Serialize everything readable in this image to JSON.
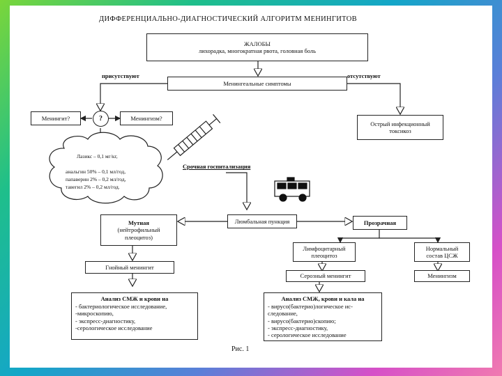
{
  "title": "ДИФФЕРЕНЦИАЛЬНО-ДИАГНОСТИЧЕСКИЙ  АЛГОРИТМ  МЕНИНГИТОВ",
  "complaints": {
    "heading": "ЖАЛОБЫ",
    "text": "лихорадка, многократная рвота, головная боль"
  },
  "present_label": "присутствуют",
  "absent_label": "отсутствуют",
  "meningeal_symptoms": "Менингеальные симптомы",
  "meningitis_q": "Менингит?",
  "question_mark": "?",
  "meningism_q": "Менингизм?",
  "toxicosis": {
    "line1": "Острый инфекционный",
    "line2": "токсикоз"
  },
  "cloud": {
    "line1": "Лазикс – 0,1 мг/кг,",
    "line2": "анальгин 50% – 0,1 мл/год,",
    "line3": "папаверин 2% – 0,2 мл/год,",
    "line4": "тавегил 2% – 0,2 мл/год."
  },
  "hospitalization": "Срочная госпитализация",
  "lumbar": "Люмбальная пункция",
  "turbid": {
    "line1": "Мутная",
    "line2": "(нейтрофильный",
    "line3": "плеоцитоз)"
  },
  "clear": "Прозрачная",
  "lymph": {
    "line1": "Лимфоцитарный",
    "line2": "плеоцитоз"
  },
  "normal": {
    "line1": "Нормальный",
    "line2": "состав ЦСЖ"
  },
  "purulent": "Гнойный менингит",
  "serous": "Серозный менингит",
  "meningism": "Менингизм",
  "analysis_left": {
    "title": "Анализ СМЖ и крови на",
    "i1": "- бактериологическое исследование,",
    "i2": "-микроскопию,",
    "i3": "- экспресс-диагностику,",
    "i4": "-серологическое исследование"
  },
  "analysis_right": {
    "title": "Анализ СМЖ, крови и кала на",
    "i1": "- вирусо(бактерио)логическое ис-",
    "i2": "следование,",
    "i3": "- вирусо(бактерио)скопию;",
    "i4": "- экспресс-диагностику,",
    "i5": "- серологическое исследование"
  },
  "caption": "Рис. 1"
}
